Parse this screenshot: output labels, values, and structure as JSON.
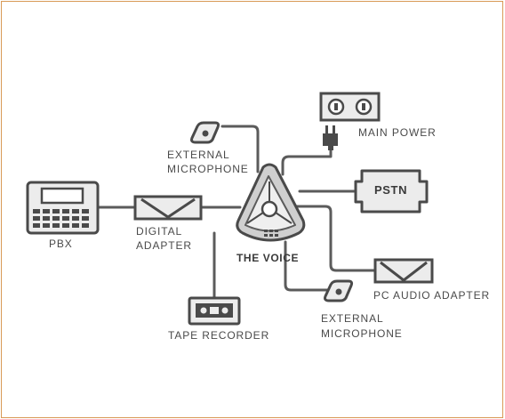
{
  "diagram": {
    "colors": {
      "frame": "#d89a57",
      "line": "#5b5b5b",
      "device_fill": "#ececec",
      "center_fill": "#cfcfcf"
    },
    "center_label": "THE VOICE",
    "labels": {
      "main_power": "MAIN POWER",
      "external_microphone_top_line1": "EXTERNAL",
      "external_microphone_top_line2": "MICROPHONE",
      "pstn": "PSTN",
      "pbx": "PBX",
      "digital_adapter_line1": "DIGITAL",
      "digital_adapter_line2": "ADAPTER",
      "pc_audio_adapter": "PC AUDIO ADAPTER",
      "tape_recorder": "TAPE RECORDER",
      "external_microphone_bottom_line1": "EXTERNAL",
      "external_microphone_bottom_line2": "MICROPHONE"
    },
    "icons": [
      "power-outlet-icon",
      "power-plug-icon",
      "microphone-icon",
      "pbx-phone-icon",
      "adapter-icon",
      "pstn-icon",
      "cassette-icon",
      "conference-phone-icon"
    ]
  }
}
